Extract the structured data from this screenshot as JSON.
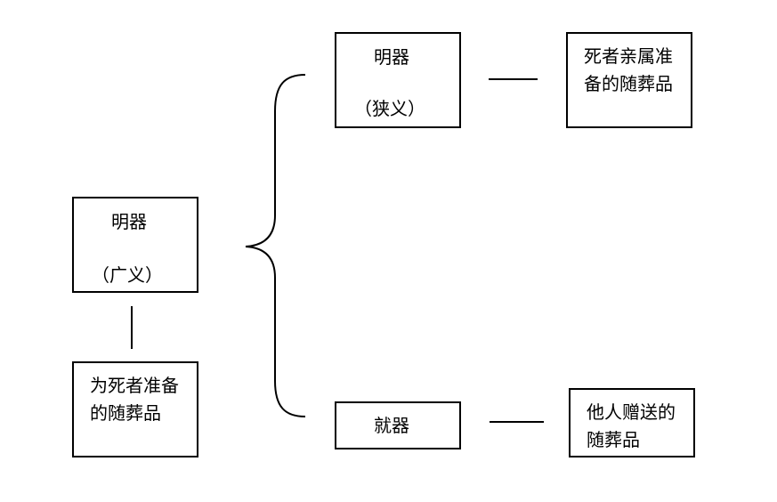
{
  "nodes": {
    "broad": {
      "name": "明器",
      "qualifier": "（广义）"
    },
    "broad_definition": "为死者准备的随葬品",
    "narrow": {
      "name": "明器",
      "qualifier": "（狭义）"
    },
    "narrow_definition": "死者亲属准备的随葬品",
    "jiuqi": {
      "name": "就器"
    },
    "jiuqi_definition": "他人赠送的随葬品"
  },
  "colors": {
    "stroke": "#000000",
    "background": "#ffffff"
  }
}
